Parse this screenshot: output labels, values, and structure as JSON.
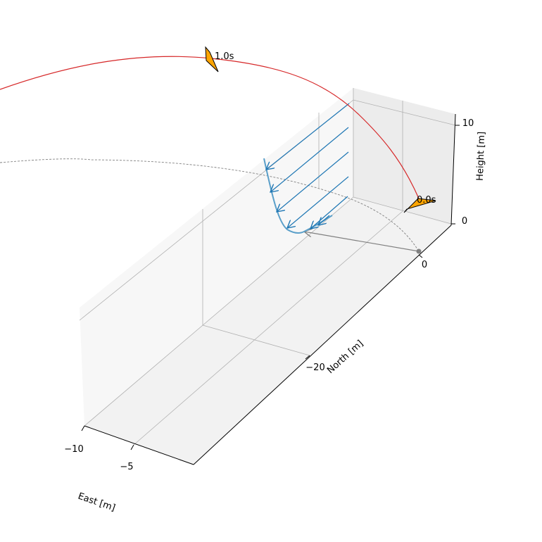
{
  "chart_data": {
    "type": "3d-line",
    "axes": {
      "x": {
        "label": "East [m]",
        "ticks": [
          -10,
          -5
        ]
      },
      "y": {
        "label": "North [m]",
        "ticks": [
          -20,
          0
        ]
      },
      "z": {
        "label": "Height [m]",
        "ticks": [
          0,
          10
        ]
      }
    },
    "grid": true,
    "series": [
      {
        "kind": "trajectory",
        "color": "#d62728",
        "style": "solid"
      },
      {
        "kind": "ground-track",
        "color": "#808080",
        "style": "dashed"
      },
      {
        "kind": "wind-profile",
        "color": "#5a9fc9",
        "style": "solid"
      },
      {
        "kind": "wind-vectors",
        "color": "#1f77b4",
        "style": "arrows",
        "count": 6
      },
      {
        "kind": "reference-arrow",
        "color": "#808080",
        "style": "arrow"
      }
    ],
    "markers": [
      {
        "label": "1.0s",
        "shape": "glider",
        "color": "#ffa500"
      },
      {
        "label": "0.0s",
        "shape": "glider",
        "color": "#ffa500"
      }
    ],
    "origin_marker": {
      "color": "#808080"
    }
  }
}
